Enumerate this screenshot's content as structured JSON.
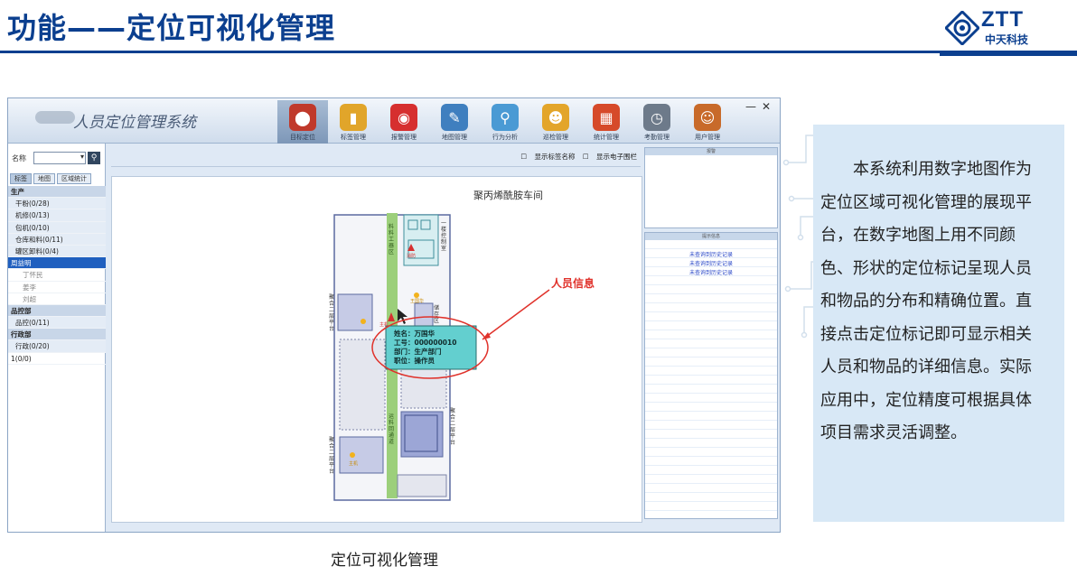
{
  "slide": {
    "title": "功能——定位可视化管理",
    "caption": "定位可视化管理",
    "logo": {
      "brand": "ZTT",
      "sub": "中天科技"
    }
  },
  "app": {
    "title": "人员定位管理系统",
    "toolbar": [
      {
        "label": "目标定位",
        "icon": "location-pin-icon",
        "color": "#c0392b",
        "active": true
      },
      {
        "label": "标签管理",
        "icon": "tag-icon",
        "color": "#e1a52a",
        "active": false
      },
      {
        "label": "报警管理",
        "icon": "alarm-icon",
        "color": "#d62f2f",
        "active": false
      },
      {
        "label": "地图管理",
        "icon": "map-icon",
        "color": "#3f7fbf",
        "active": false
      },
      {
        "label": "行为分析",
        "icon": "magnifier-icon",
        "color": "#4a9ad4",
        "active": false
      },
      {
        "label": "巡检管理",
        "icon": "worker-icon",
        "color": "#e3a52a",
        "active": false
      },
      {
        "label": "统计管理",
        "icon": "bar-chart-icon",
        "color": "#d64a2a",
        "active": false
      },
      {
        "label": "考勤管理",
        "icon": "clock-icon",
        "color": "#6d7a8a",
        "active": false
      },
      {
        "label": "用户管理",
        "icon": "users-icon",
        "color": "#c86a2a",
        "active": false
      }
    ],
    "left": {
      "name_label": "名称",
      "tabs": [
        "标签",
        "地图",
        "区域统计"
      ],
      "tree": [
        {
          "text": "生产",
          "level": "group"
        },
        {
          "text": "干粉(0/28)",
          "level": "sub"
        },
        {
          "text": "机修(0/13)",
          "level": "sub"
        },
        {
          "text": "包机(0/10)",
          "level": "sub"
        },
        {
          "text": "仓库和料(0/11)",
          "level": "sub"
        },
        {
          "text": "罐区卸料(0/4)",
          "level": "sub"
        },
        {
          "text": "周益明",
          "level": "selected"
        },
        {
          "text": "丁怀民",
          "level": "person"
        },
        {
          "text": "姜李",
          "level": "person"
        },
        {
          "text": "刘超",
          "level": "person"
        },
        {
          "text": "品控部",
          "level": "group"
        },
        {
          "text": "品控(0/11)",
          "level": "sub"
        },
        {
          "text": "行政部",
          "level": "group"
        },
        {
          "text": "行政(0/20)",
          "level": "sub"
        },
        {
          "text": "1(0/0)",
          "level": "plain"
        }
      ]
    },
    "options": [
      "显示标签名称",
      "显示电子围栏"
    ],
    "map": {
      "title": "聚丙烯酰胺车间",
      "annotation": "人员信息",
      "popup": [
        "姓名：万国华",
        "工号：000000010",
        "部门：生产部门",
        "职位：操作员"
      ],
      "labels": {
        "corridor_top": "料料工器区",
        "corridor_bottom": "运料回通道",
        "room_right_top": "一楼控制室",
        "room_right_mid": "储存区",
        "room_right_bottom": "聚合二层平台",
        "left_upper": "聚合二层平台",
        "left_lower": "聚合二层平台",
        "marker_person": "王国华",
        "marker_person2": "主机",
        "marker_red": "主机",
        "marker_tag": "消防"
      }
    },
    "right": {
      "panel1_title": "报警",
      "panel2_title": "提示信息",
      "messages": [
        "未查询到历史记录",
        "未查询到历史记录",
        "未查询到历史记录"
      ]
    }
  },
  "description": "本系统利用数字地图作为定位区域可视化管理的展现平台，在数字地图上用不同颜色、形状的定位标记呈现人员和物品的分布和精确位置。直接点击定位标记即可显示相关人员和物品的详细信息。实际应用中，定位精度可根据具体项目需求灵活调整。"
}
